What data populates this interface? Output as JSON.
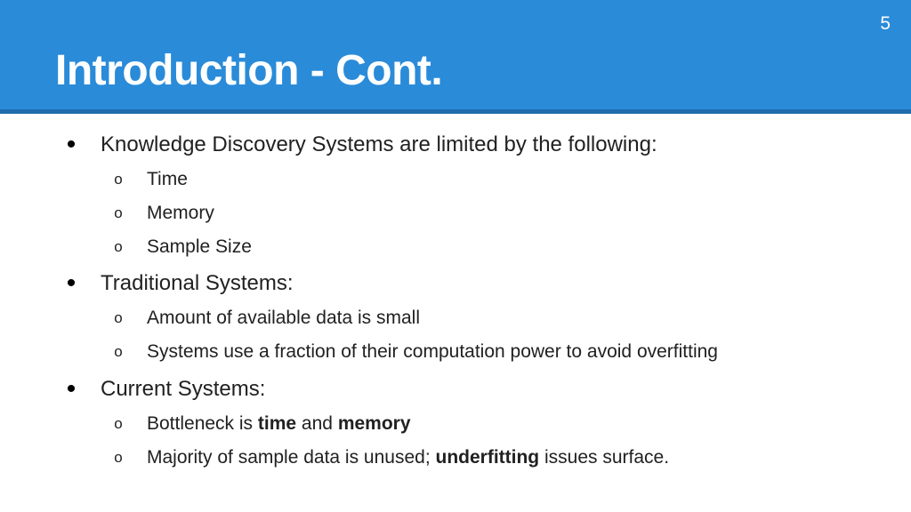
{
  "slide": {
    "title": "Introduction - Cont.",
    "page_number": "5"
  },
  "bullets": [
    {
      "text": "Knowledge Discovery Systems are limited by the following:",
      "sub": [
        {
          "text": "Time"
        },
        {
          "text": "Memory"
        },
        {
          "text": "Sample Size"
        }
      ]
    },
    {
      "text": "Traditional Systems:",
      "sub": [
        {
          "text": "Amount of available data is small"
        },
        {
          "text": "Systems use a fraction of their computation power to avoid overfitting"
        }
      ]
    },
    {
      "text": "Current Systems:",
      "sub": [
        {
          "pre": "Bottleneck is ",
          "bold1": "time",
          "mid": " and ",
          "bold2": "memory"
        },
        {
          "pre": "Majority of sample data is unused; ",
          "bold1": "underfitting",
          "post": " issues surface."
        }
      ]
    }
  ],
  "markers": {
    "main": "•",
    "sub": "o"
  }
}
